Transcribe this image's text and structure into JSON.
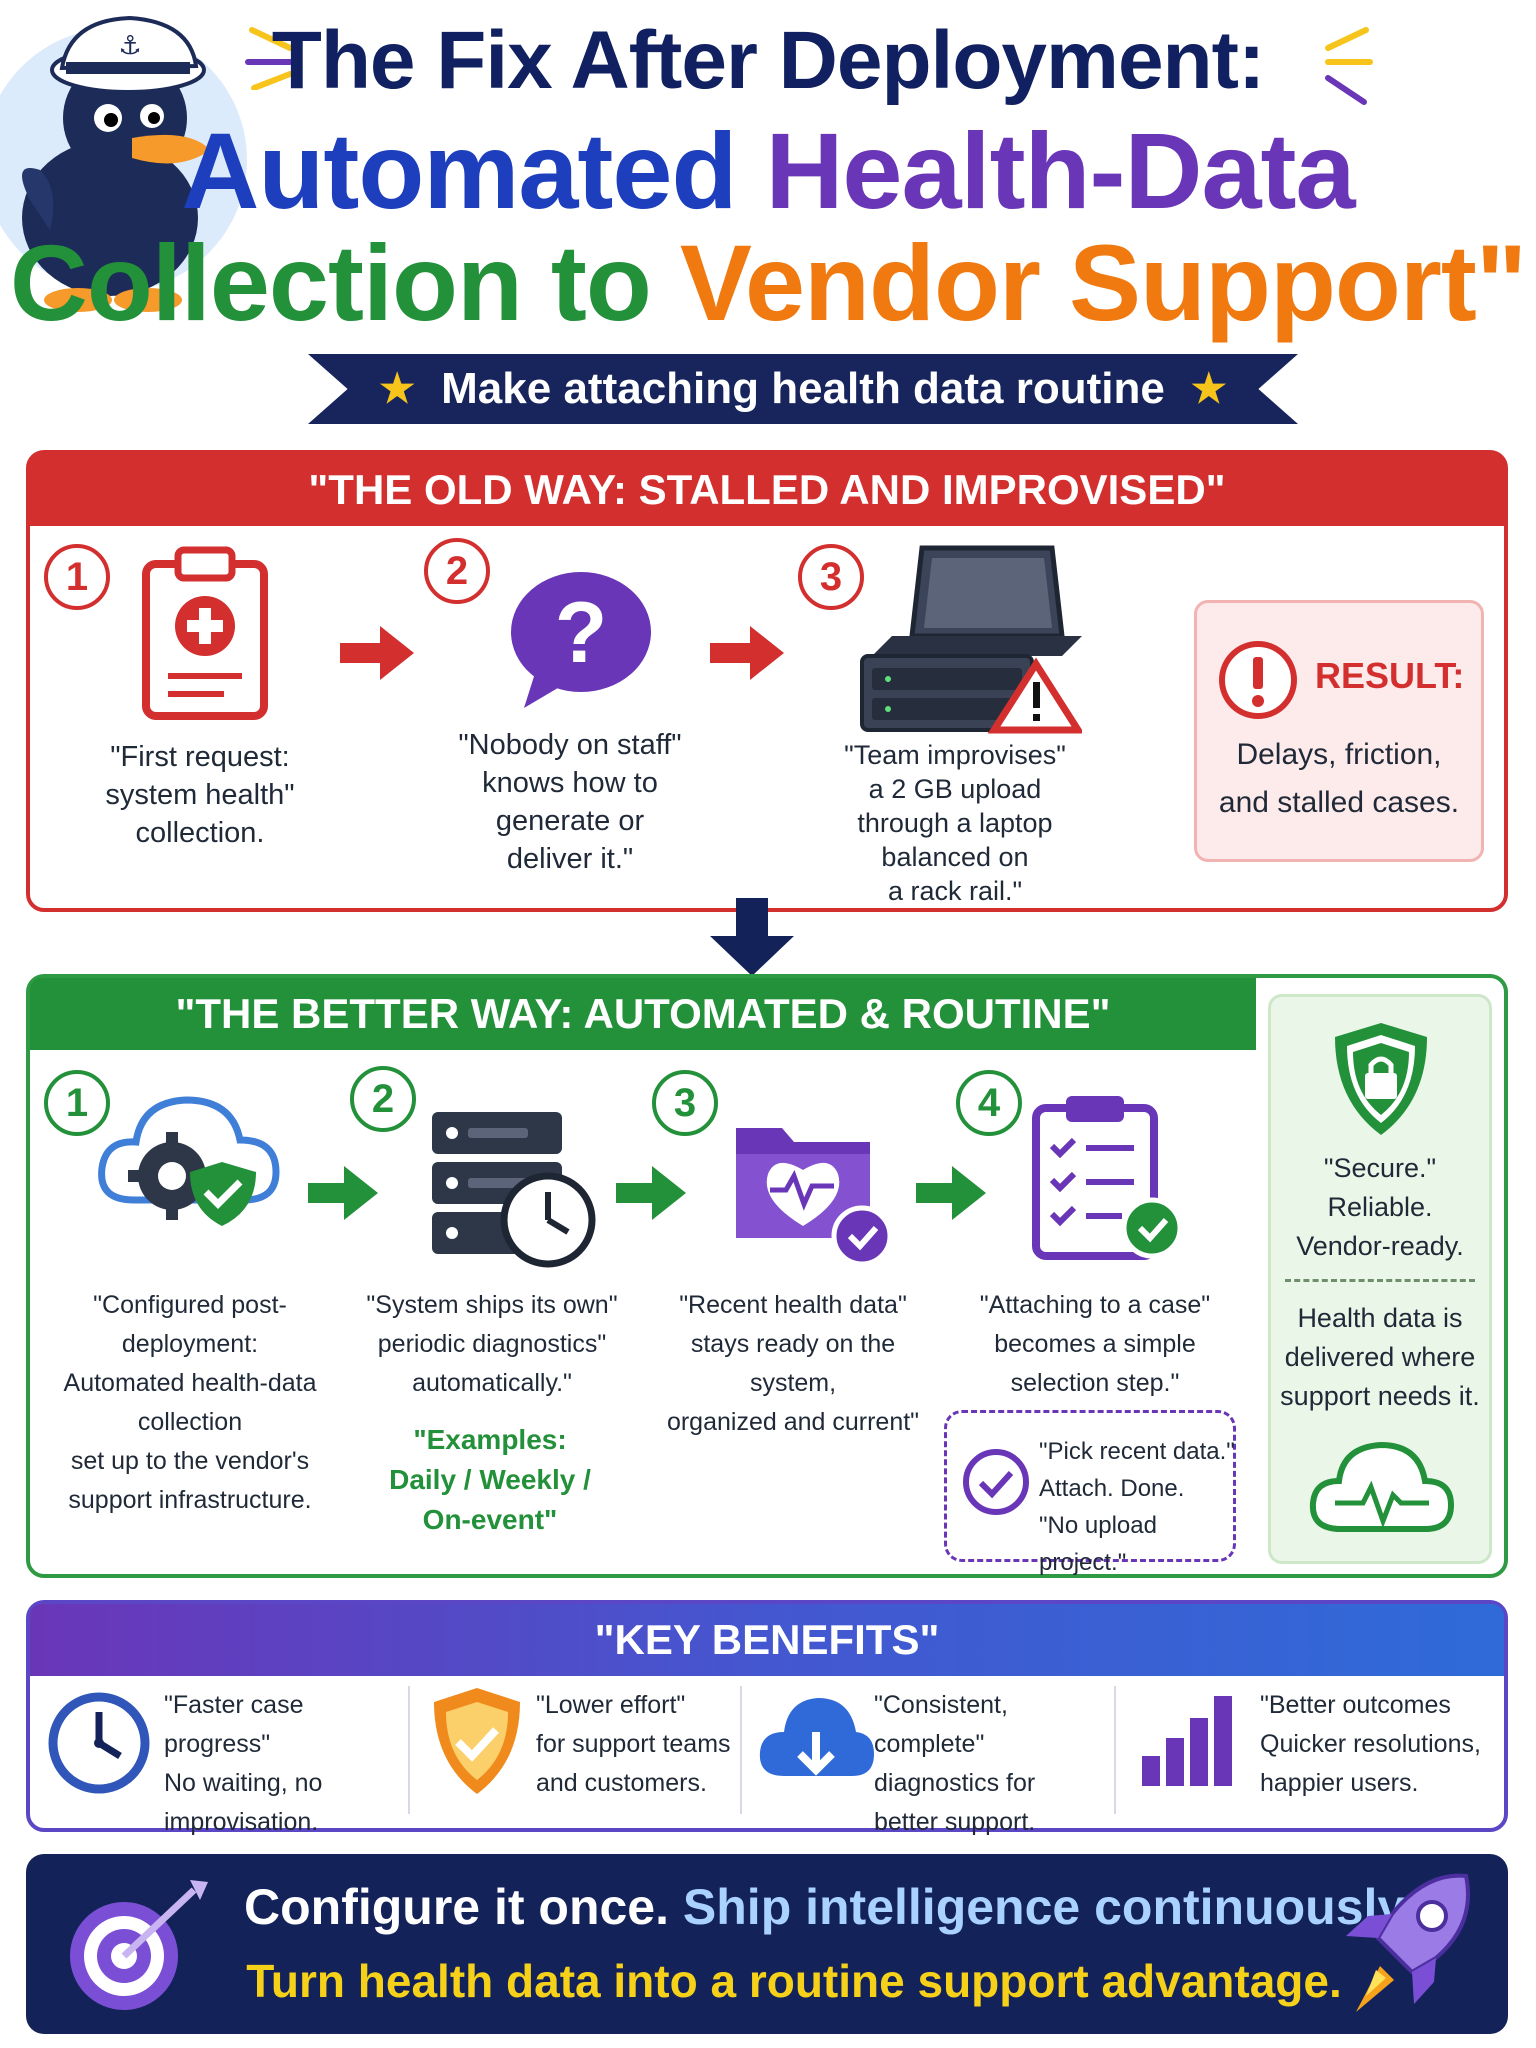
{
  "header": {
    "line1": "The Fix After Deployment:",
    "line2_part1": "Automated",
    "line2_part2": "Health-Data",
    "line3_part1": "Collection to",
    "line3_part2": "Vendor Support\"",
    "banner": "Make attaching health data routine"
  },
  "old_way": {
    "title": "\"THE OLD WAY: STALLED AND IMPROVISED\"",
    "steps": [
      {
        "num": "1",
        "icon": "clipboard-medical-icon",
        "text_lines": [
          "\"First request:",
          "system health\"",
          "collection."
        ]
      },
      {
        "num": "2",
        "icon": "question-bubble-icon",
        "text_lines": [
          "\"Nobody on staff\"",
          "knows how to",
          "generate or",
          "deliver it.\""
        ]
      },
      {
        "num": "3",
        "icon": "laptop-on-server-warning-icon",
        "text_lines": [
          "\"Team improvises\"",
          "a 2 GB upload",
          "through a laptop",
          "balanced on",
          "a rack rail.\""
        ]
      }
    ],
    "result_title": "RESULT:",
    "result_lines": [
      "Delays, friction,",
      "and stalled cases."
    ]
  },
  "better_way": {
    "title": "\"THE BETTER WAY: AUTOMATED & ROUTINE\"",
    "steps": [
      {
        "num": "1",
        "icon": "cloud-gear-shield-icon",
        "text_lines": [
          "\"Configured post-deployment:",
          "Automated health-data collection",
          "set up to the vendor's",
          "support infrastructure."
        ]
      },
      {
        "num": "2",
        "icon": "server-clock-icon",
        "text_lines": [
          "\"System ships its own\"",
          "periodic diagnostics\"",
          "automatically.\""
        ]
      },
      {
        "num": "3",
        "icon": "folder-heart-check-icon",
        "text_lines": [
          "\"Recent health data\"",
          "stays ready on the system,",
          "organized and current\""
        ]
      },
      {
        "num": "4",
        "icon": "checklist-clipboard-icon",
        "text_lines": [
          "\"Attaching to a case\"",
          "becomes a simple",
          "selection step.\""
        ]
      }
    ],
    "examples_lines": [
      "\"Examples:",
      "Daily / Weekly /",
      "On-event\""
    ],
    "pick_lines": [
      "\"Pick recent data.\"",
      "Attach. Done.",
      "\"No upload project.\""
    ],
    "side_top_lines": [
      "\"Secure.\"",
      "Reliable.",
      "Vendor-ready."
    ],
    "side_bottom_lines": [
      "Health data is",
      "delivered where",
      "support needs it."
    ]
  },
  "benefits": {
    "title": "\"KEY BENEFITS\"",
    "items": [
      {
        "icon": "clock-icon",
        "lines": [
          "\"Faster case progress\"",
          "No waiting, no",
          "improvisation."
        ]
      },
      {
        "icon": "shield-check-icon",
        "lines": [
          "\"Lower effort\"",
          "for support teams",
          "and customers."
        ]
      },
      {
        "icon": "cloud-download-icon",
        "lines": [
          "\"Consistent, complete\"",
          "diagnostics for",
          "better support."
        ]
      },
      {
        "icon": "bar-chart-icon",
        "lines": [
          "\"Better outcomes",
          "Quicker resolutions,",
          "happier users."
        ]
      }
    ]
  },
  "footer": {
    "line1_part1": "Configure it once.",
    "line1_part2": "Ship intelligence continuously.",
    "line2": "Turn health data into a routine support advantage."
  },
  "colors": {
    "navy": "#14225a",
    "red": "#d32f2f",
    "green": "#23903a",
    "purple": "#6a36b8",
    "blue": "#1d3fbd",
    "orange": "#f07a10",
    "yellow": "#f6d11a"
  }
}
